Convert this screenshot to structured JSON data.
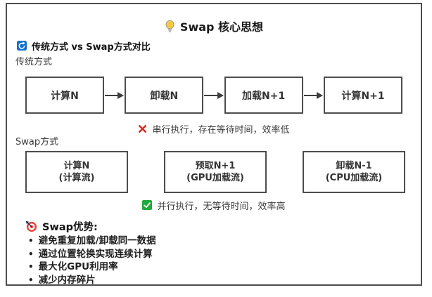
{
  "title": {
    "icon": "lightbulb-icon",
    "text": "Swap 核心思想"
  },
  "comparison_heading": {
    "icon": "refresh-icon",
    "text": "传统方式 vs Swap方式对比"
  },
  "traditional": {
    "label": "传统方式",
    "steps": [
      "计算N",
      "卸载N",
      "加载N+1",
      "计算N+1"
    ],
    "verdict": {
      "icon": "cross-icon",
      "text": "串行执行，存在等待时间，效率低"
    }
  },
  "swap": {
    "label": "Swap方式",
    "streams": [
      {
        "title": "计算N",
        "subtitle": "(计算流)"
      },
      {
        "title": "预取N+1",
        "subtitle": "(GPU加载流)"
      },
      {
        "title": "卸载N-1",
        "subtitle": "(CPU加载流)"
      }
    ],
    "verdict": {
      "icon": "check-icon",
      "text": "并行执行，无等待时间，效率高"
    }
  },
  "advantages": {
    "heading": {
      "icon": "target-icon",
      "text": "Swap优势:"
    },
    "items": [
      "避免重复加载/卸载同一数据",
      "通过位置轮换实现连续计算",
      "最大化GPU利用率",
      "减少内存碎片"
    ]
  },
  "colors": {
    "frame_border": "#4D4D4D",
    "box_border": "#4D4D4D",
    "arrow": "#3D3D3D",
    "text_primary": "#1F1F1F",
    "text_secondary": "#3C3C3C",
    "cross_red": "#DB2B1C",
    "check_green": "#21A93C",
    "refresh_blue": "#1470CC",
    "bulb_yellow": "#F7C844",
    "target_red": "#E8453C"
  }
}
